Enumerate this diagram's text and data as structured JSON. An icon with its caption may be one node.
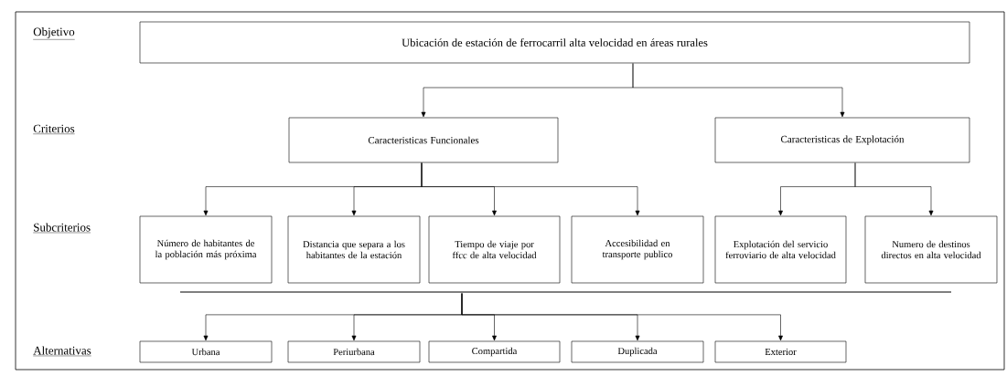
{
  "diagram": {
    "nodes": [
      {
        "text": [
          "Ubicación de estación de ferrocarril alta velocidad  en áreas rurales"
        ]
      },
      {
        "text": [
          "Caracteristicas Funcionales"
        ]
      },
      {
        "text": [
          "Caracteristicas de Explotación"
        ]
      },
      {
        "text": [
          "Número de habitantes de la población más próxima"
        ]
      },
      {
        "text": [
          "Distancia que separa a los habitantes de la estación"
        ]
      },
      {
        "text": [
          "Tiempo de viaje por ffcc de alta velocidad"
        ]
      },
      {
        "text": [
          "Accesibilidad en transporte publico"
        ]
      },
      {
        "text": [
          "Explotación del servicio ferroviario de alta velocidad"
        ]
      },
      {
        "text": [
          "Numero de destinos directos en alta velocidad"
        ]
      },
      {
        "text": [],
        "shape": "bar"
      },
      {
        "text": [
          "Urbana"
        ]
      },
      {
        "text": [
          "Periurbana"
        ]
      },
      {
        "text": [
          "Compartida"
        ]
      },
      {
        "text": [
          "Duplicada"
        ]
      },
      {
        "text": [
          "Exterior"
        ]
      }
    ],
    "edges": [
      {
        "from": 0,
        "to": 1,
        "arrow": "to"
      },
      {
        "from": 0,
        "to": 2,
        "arrow": "to"
      },
      {
        "from": 1,
        "to": 3,
        "arrow": "to"
      },
      {
        "from": 1,
        "to": 4,
        "arrow": "to"
      },
      {
        "from": 1,
        "to": 5,
        "arrow": "to"
      },
      {
        "from": 1,
        "to": 6,
        "arrow": "to"
      },
      {
        "from": 2,
        "to": 7,
        "arrow": "to"
      },
      {
        "from": 2,
        "to": 8,
        "arrow": "to"
      },
      {
        "from": 9,
        "to": 10,
        "arrow": "to"
      },
      {
        "from": 9,
        "to": 11,
        "arrow": "to"
      },
      {
        "from": 9,
        "to": 12,
        "arrow": "to"
      },
      {
        "from": 9,
        "to": 13,
        "arrow": "to"
      },
      {
        "from": 9,
        "to": 14,
        "arrow": "to"
      }
    ],
    "labels": [
      "Objetivo",
      "Criterios",
      "Subcriterios",
      "Alternativas"
    ]
  }
}
